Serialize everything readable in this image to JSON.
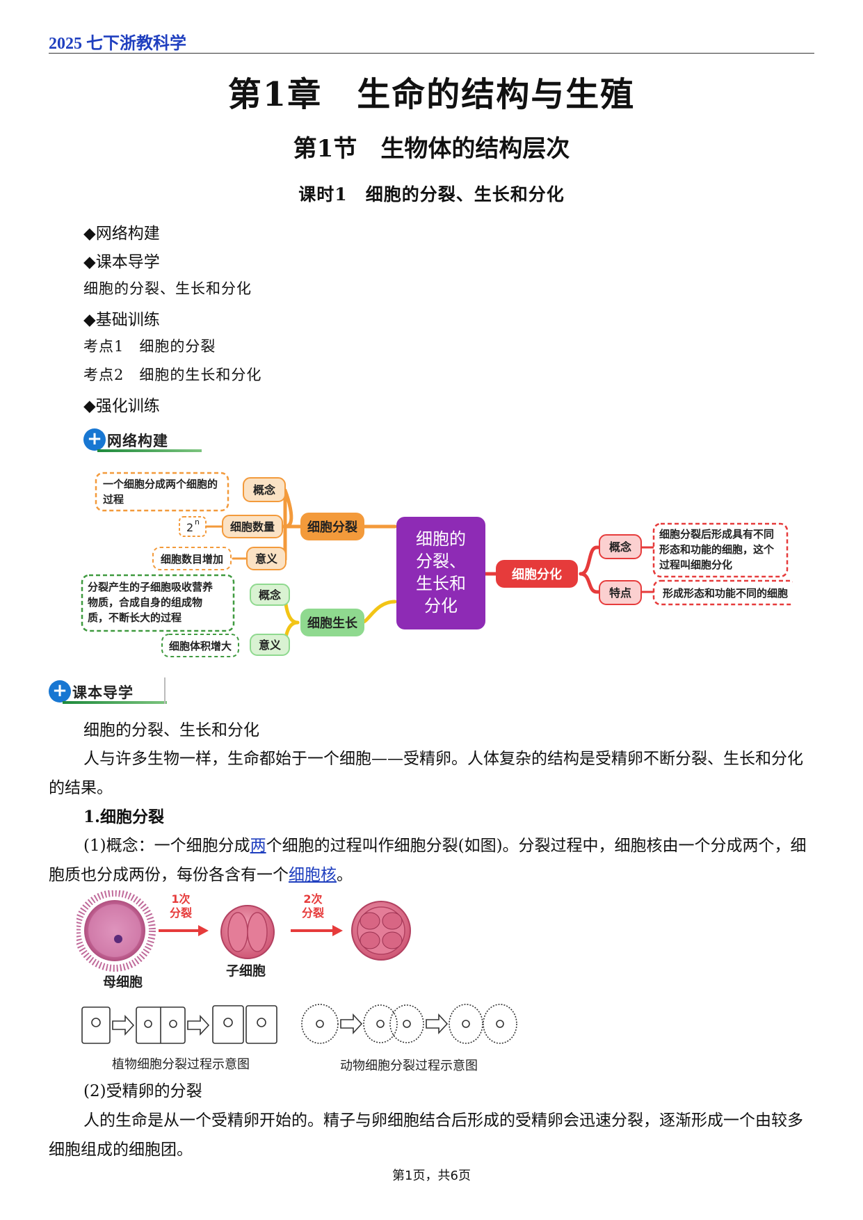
{
  "header": {
    "title": "2025 七下浙教科学"
  },
  "chapter_title": "第1章　生命的结构与生殖",
  "section_title": "第1节　生物体的结构层次",
  "lesson_title": "课时1　细胞的分裂、生长和分化",
  "toc": {
    "item1": "◆网络构建",
    "item2": "◆课本导学",
    "item2_sub": "细胞的分裂、生长和分化",
    "item3": "◆基础训练",
    "item3_sub1": "考点1　细胞的分裂",
    "item3_sub2": "考点2　细胞的生长和分化",
    "item4": "◆强化训练"
  },
  "badges": {
    "network": "网络构建",
    "textbook": "课本导学",
    "plus": "+"
  },
  "mindmap": {
    "center": [
      "细胞的",
      "分裂、",
      "生长和",
      "分化"
    ],
    "division": {
      "label": "细胞分裂",
      "concept_label": "概念",
      "concept_text": [
        "一个细胞分成两个细胞的",
        "过程"
      ],
      "count_label": "细胞数量",
      "count_base": "2",
      "count_exp": "n",
      "meaning_label": "意义",
      "meaning_text": "细胞数目增加"
    },
    "growth": {
      "label": "细胞生长",
      "concept_label": "概念",
      "concept_text": [
        "分裂产生的子细胞吸收营养",
        "物质，合成自身的组成物",
        "质，不断长大的过程"
      ],
      "meaning_label": "意义",
      "meaning_text": "细胞体积增大"
    },
    "differentiation": {
      "label": "细胞分化",
      "concept_label": "概念",
      "concept_text": [
        "细胞分裂后形成具有不同",
        "形态和功能的细胞，这个",
        "过程叫细胞分化"
      ],
      "feature_label": "特点",
      "feature_text": "形成形态和功能不同的细胞"
    },
    "colors": {
      "orange": "#f39a3b",
      "green": "#8fd98f",
      "purple": "#8e2bb5",
      "red": "#e63b3b",
      "yellow": "#f2c416"
    }
  },
  "body": {
    "heading": "细胞的分裂、生长和分化",
    "intro": "人与许多生物一样，生命都始于一个细胞——受精卵。人体复杂的结构是受精卵不断分裂、生长和分化的结果。",
    "s1_title": "1.细胞分裂",
    "s1_p1_a": "(1)概念：一个细胞分成",
    "s1_p1_link1": "两",
    "s1_p1_b": "个细胞的过程叫作细胞分裂(如图)。分裂过程中，细胞核由一个分成两个，细胞质也分成两份，每份各含有一个",
    "s1_p1_link2": "细胞核",
    "s1_p1_c": "。",
    "s1_p2": "(2)受精卵的分裂",
    "s1_p3": "人的生命是从一个受精卵开始的。精子与卵细胞结合后形成的受精卵会迅速分裂，逐渐形成一个由较多细胞组成的细胞团。"
  },
  "figure": {
    "arrow1_line1": "1次",
    "arrow1_line2": "分裂",
    "arrow2_line1": "2次",
    "arrow2_line2": "分裂",
    "mother_label": "母细胞",
    "daughter_label": "子细胞",
    "plant_caption": "植物细胞分裂过程示意图",
    "animal_caption": "动物细胞分裂过程示意图"
  },
  "footer": {
    "text": "第1页，共6页"
  }
}
